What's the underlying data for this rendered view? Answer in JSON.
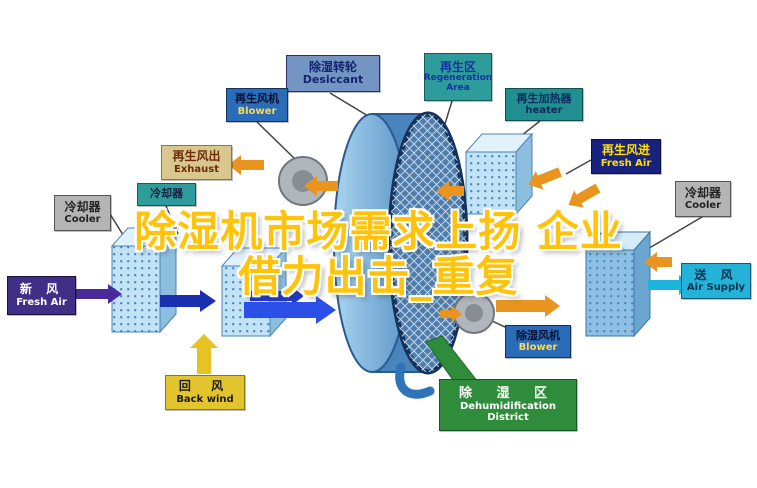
{
  "title": {
    "line1": "除湿机市场需求上扬 企业",
    "line2": "借力出击_重复"
  },
  "labels": {
    "desiccant": {
      "zh": "除湿转轮",
      "en": "Desiccant"
    },
    "regeneration": {
      "zh": "再生区",
      "en": "Regeneration Area"
    },
    "regen_blower": {
      "zh": "再生风机",
      "en": "Blower"
    },
    "heater": {
      "zh": "再生加热器",
      "en": "heater"
    },
    "exhaust": {
      "zh": "再生风出",
      "en": "Exhaust"
    },
    "regen_fresh_air": {
      "zh": "再生风进",
      "en": "Fresh Air"
    },
    "cooler_left": {
      "zh": "冷却器",
      "en": "Cooler"
    },
    "cooler_mid": {
      "zh": "冷却器"
    },
    "cooler_right": {
      "zh": "冷却器",
      "en": "Cooler"
    },
    "fresh_air": {
      "zh": "新 风",
      "en": "Fresh Air"
    },
    "air_supply": {
      "zh": "送 风",
      "en": "Air Supply"
    },
    "back_wind": {
      "zh": "回 风",
      "en": "Back wind"
    },
    "dehumid_blower": {
      "zh": "除湿风机",
      "en": "Blower"
    },
    "dehumid_district": {
      "zh": "除 湿 区",
      "en_line1": "Dehumidification",
      "en_line2": "District"
    }
  },
  "colors": {
    "title_gold": "#ffc30b",
    "wheel_blue": "#4a84bc",
    "regen_arrow_orange": "#e8941e",
    "process_arrow_blue": "#2a50e8",
    "supply_arrow_cyan": "#1ab4dc",
    "return_arrow_yellow": "#e6c222",
    "fresh_arrow_purple": "#4a2a9a",
    "district_green": "#2f8c3a"
  }
}
